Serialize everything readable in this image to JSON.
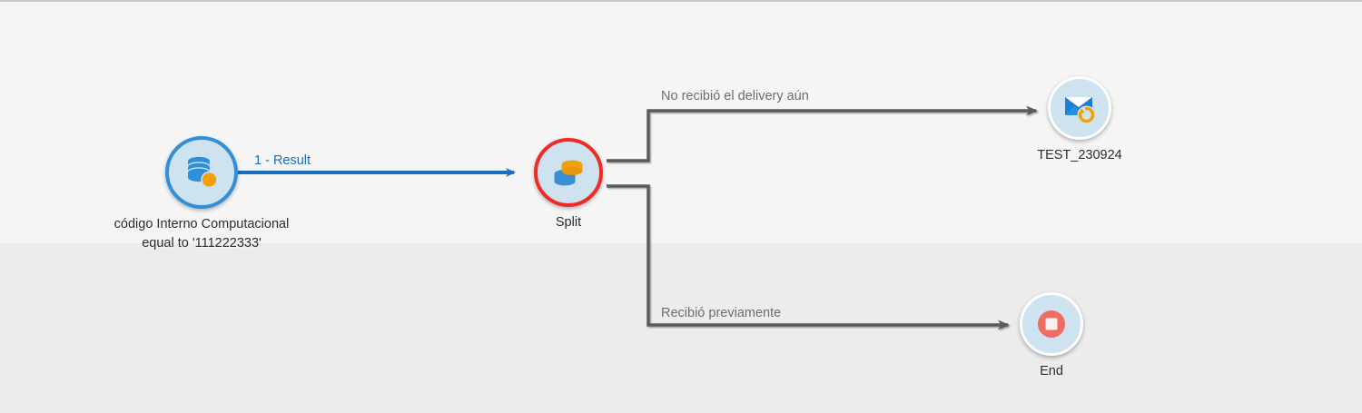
{
  "diagram": {
    "type": "workflow-flowchart",
    "background": {
      "top_band_color": "#f5f5f5",
      "bottom_band_color": "#ececec",
      "top_border_color": "#c8c8c8"
    },
    "nodes": [
      {
        "id": "query",
        "icon": "database-record-icon",
        "label": "código Interno Computacional\nequal to '111222333'",
        "ring_color": "#2f8fd8",
        "fill_color": "#cfe2ef"
      },
      {
        "id": "split",
        "icon": "split-database-icon",
        "label": "Split",
        "ring_color": "#ee2b24",
        "fill_color": "#cfe2ef"
      },
      {
        "id": "test",
        "icon": "email-resend-icon",
        "label": "TEST_230924",
        "ring_color": "#ffffff",
        "fill_color": "#cfe2ef"
      },
      {
        "id": "end",
        "icon": "stop-end-icon",
        "label": "End",
        "ring_color": "#ffffff",
        "fill_color": "#cfe2ef"
      }
    ],
    "edges": [
      {
        "id": "query-to-split",
        "label": "1 - Result",
        "color": "#1a6ec0",
        "from": "query",
        "to": "split"
      },
      {
        "id": "split-to-test",
        "label": "No recibió el delivery aún",
        "color": "#6d6d6d",
        "from": "split",
        "to": "test"
      },
      {
        "id": "split-to-end",
        "label": "Recibió previamente",
        "color": "#6d6d6d",
        "from": "split",
        "to": "end"
      }
    ]
  }
}
